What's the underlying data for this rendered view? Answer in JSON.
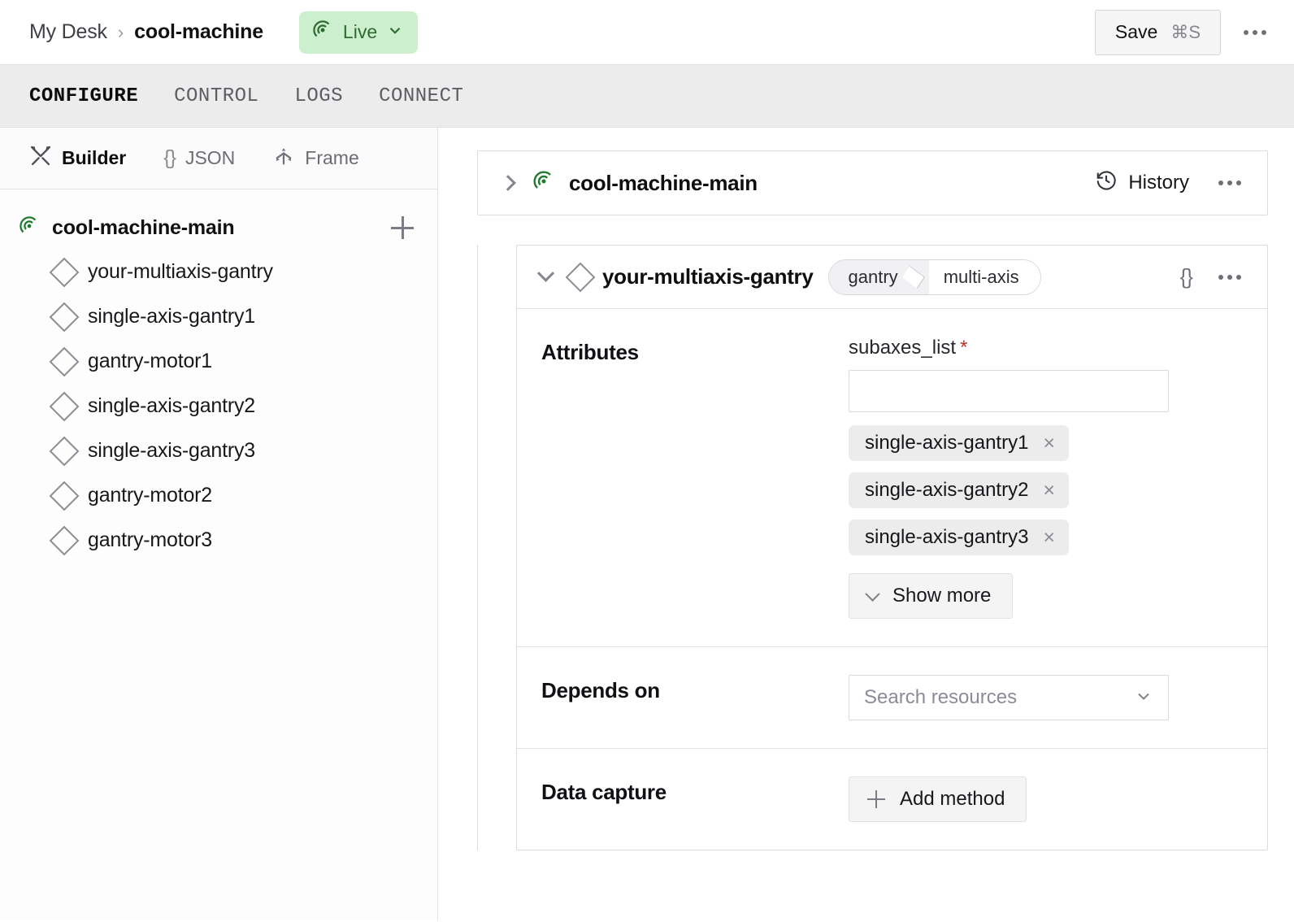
{
  "header": {
    "breadcrumb": {
      "root": "My Desk",
      "separator": "›",
      "current": "cool-machine"
    },
    "status_badge": {
      "label": "Live",
      "icon": "broadcast-icon",
      "bg_color": "#ccf0cd",
      "text_color": "#2e6b31"
    },
    "save": {
      "label": "Save",
      "shortcut": "⌘S"
    },
    "overflow": "more-options"
  },
  "tabs": [
    {
      "label": "CONFIGURE",
      "active": true
    },
    {
      "label": "CONTROL",
      "active": false
    },
    {
      "label": "LOGS",
      "active": false
    },
    {
      "label": "CONNECT",
      "active": false
    }
  ],
  "sidebar": {
    "view_tabs": [
      {
        "label": "Builder",
        "icon": "tools-icon",
        "active": true
      },
      {
        "label": "JSON",
        "icon": "braces-icon",
        "active": false
      },
      {
        "label": "Frame",
        "icon": "axes-icon",
        "active": false
      }
    ],
    "tree": {
      "root": {
        "label": "cool-machine-main",
        "icon": "broadcast-icon"
      },
      "add_label": "+",
      "items": [
        {
          "label": "your-multiaxis-gantry",
          "icon": "diamond-icon"
        },
        {
          "label": "single-axis-gantry1",
          "icon": "diamond-icon"
        },
        {
          "label": "gantry-motor1",
          "icon": "diamond-icon"
        },
        {
          "label": "single-axis-gantry2",
          "icon": "diamond-icon"
        },
        {
          "label": "single-axis-gantry3",
          "icon": "diamond-icon"
        },
        {
          "label": "gantry-motor2",
          "icon": "diamond-icon"
        },
        {
          "label": "gantry-motor3",
          "icon": "diamond-icon"
        }
      ]
    }
  },
  "main": {
    "machine_card": {
      "name": "cool-machine-main",
      "icon": "broadcast-icon",
      "history_label": "History",
      "history_icon": "clock-history-icon",
      "overflow": "more-options"
    },
    "resource_card": {
      "name": "your-multiaxis-gantry",
      "icon": "diamond-icon",
      "badges": [
        "gantry",
        "multi-axis"
      ],
      "json_button": "{}",
      "overflow": "more-options",
      "rows": {
        "attributes": {
          "label": "Attributes",
          "field_label": "subaxes_list",
          "required_marker": "*",
          "input_value": "",
          "chips": [
            {
              "label": "single-axis-gantry1",
              "remove": "×"
            },
            {
              "label": "single-axis-gantry2",
              "remove": "×"
            },
            {
              "label": "single-axis-gantry3",
              "remove": "×"
            }
          ],
          "show_more_label": "Show more"
        },
        "depends_on": {
          "label": "Depends on",
          "placeholder": "Search resources",
          "value": ""
        },
        "data_capture": {
          "label": "Data capture",
          "add_method_label": "Add method"
        }
      }
    }
  }
}
